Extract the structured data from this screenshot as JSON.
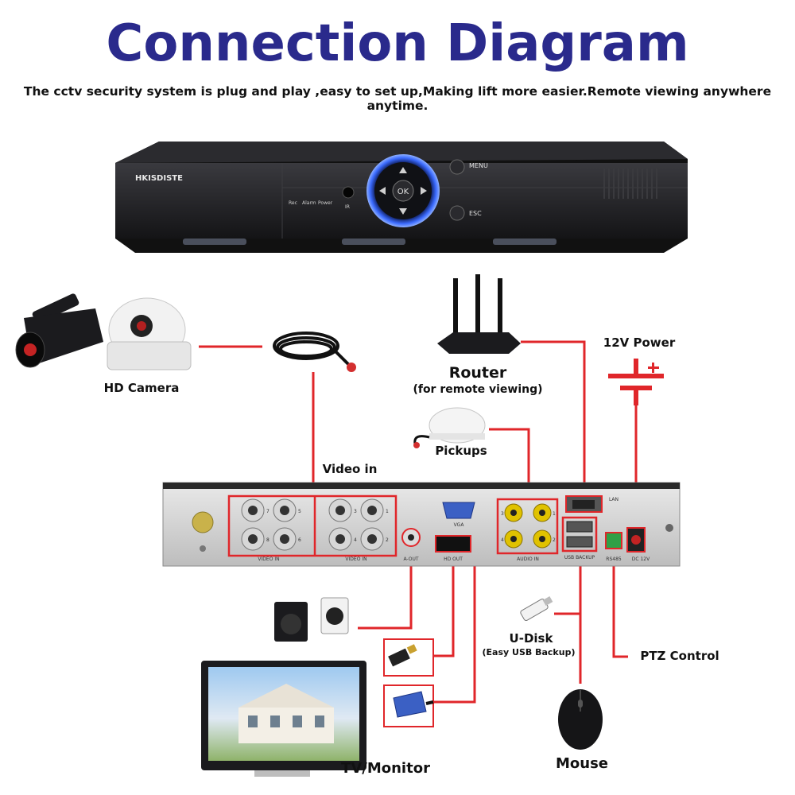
{
  "header": {
    "title": "Connection Diagram",
    "subtitle": "The cctv security system is plug and play ,easy to set up,Making lift more easier.Remote viewing anywhere anytime."
  },
  "dvr_front": {
    "brand": "HKISDISTE",
    "indicators": [
      "Rec",
      "Alarm",
      "Power"
    ],
    "ir_label": "IR",
    "ok_label": "OK",
    "menu_label": "MENU",
    "esc_label": "ESC"
  },
  "components": {
    "hd_camera": "HD Camera",
    "router": "Router",
    "router_note": "(for remote viewing)",
    "power": "12V Power",
    "pickups": "Pickups",
    "video_in": "Video in",
    "u_disk": "U-Disk",
    "u_disk_note": "(Easy USB Backup)",
    "ptz": "PTZ Control",
    "tv": "TV/Monitor",
    "mouse": "Mouse"
  },
  "dvr_back": {
    "bnc_numbers": [
      "7",
      "5",
      "3",
      "1",
      "8",
      "6",
      "4",
      "2"
    ],
    "video_in_label": "VIDEO IN",
    "audio_in_label": "AUDIO IN",
    "audio_numbers": [
      "3",
      "1",
      "4",
      "2"
    ],
    "vga_label": "VGA",
    "aout_label": "A-OUT",
    "hdout_label": "HD OUT",
    "lan_label": "LAN",
    "usb_label": "USB BACKUP",
    "rs485_label": "RS485",
    "dc_label": "DC 12V"
  },
  "colors": {
    "title": "#2a2a8c",
    "wire": "#e0262a",
    "device": "#1b1b1e"
  }
}
